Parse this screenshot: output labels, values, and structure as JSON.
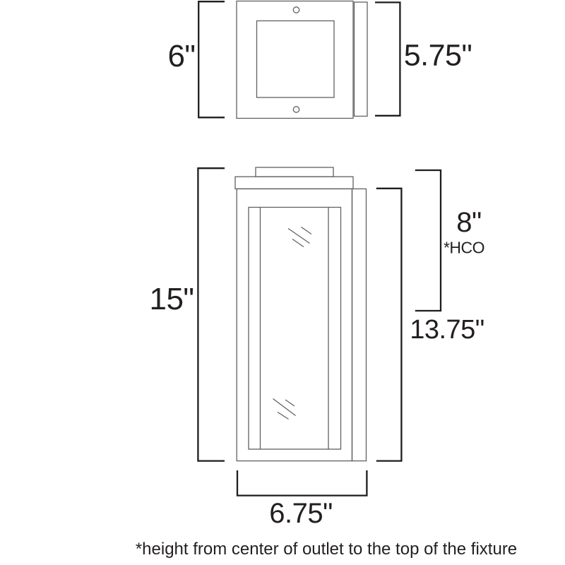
{
  "diagram": {
    "footnote": "*height from center of outlet to the top of the fixture",
    "top_view": {
      "height_dim": "6\"",
      "backplate_height_dim": "5.75\""
    },
    "front_view": {
      "overall_height_dim": "15\"",
      "outlet_to_top_dim": "8\"",
      "outlet_to_top_note": "*HCO",
      "body_height_dim": "13.75\"",
      "overall_width_dim": "6.75\""
    },
    "colors": {
      "drawing_stroke": "#606164",
      "dimension_stroke": "#1f1d1e",
      "text": "#231f20",
      "background": "#ffffff"
    }
  }
}
